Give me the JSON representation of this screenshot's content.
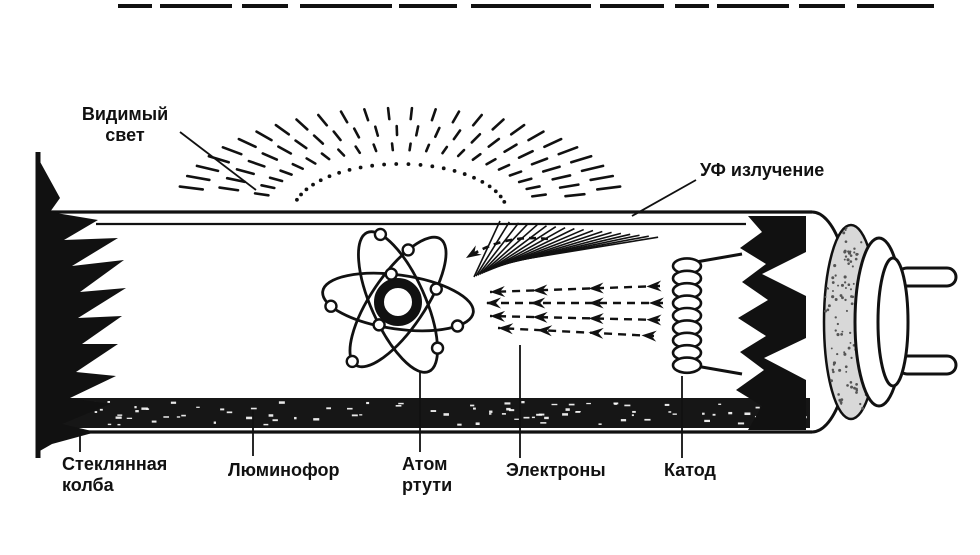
{
  "figure": {
    "title": "Fluorescent lamp diagram",
    "colors": {
      "ink": "#111111",
      "paper": "#ffffff",
      "cap_gray": "#d8d8d8"
    }
  },
  "labels": {
    "visible_light": {
      "line1": "Видимый",
      "line2": "свет"
    },
    "uv_radiation": {
      "text": "УФ излучение"
    },
    "glass_bulb": {
      "line1": "Стеклянная",
      "line2": "колба"
    },
    "phosphor": {
      "text": "Люминофор"
    },
    "mercury_atom": {
      "line1": "Атом",
      "line2": "ртути"
    },
    "electrons": {
      "text": "Электроны"
    },
    "cathode": {
      "text": "Катод"
    }
  }
}
